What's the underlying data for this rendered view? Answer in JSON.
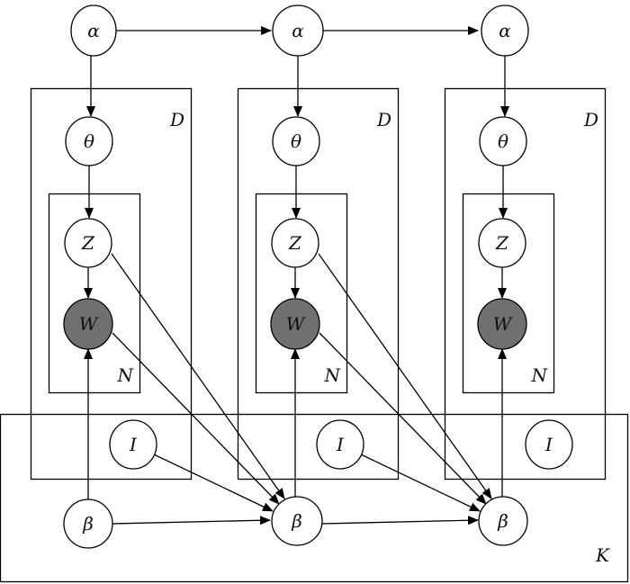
{
  "diagram": {
    "type": "plate-notation-graphical-model",
    "colors": {
      "stroke": "#000000",
      "fill": "#ffffff",
      "observed_fill": "#707070",
      "text": "#111111"
    },
    "plate_labels": {
      "outer": "K",
      "document": "D",
      "word": "N"
    },
    "columns": [
      {
        "alpha": "α",
        "theta": "θ",
        "z": "Z",
        "w": "W",
        "i": "I",
        "beta": "β"
      },
      {
        "alpha": "α",
        "theta": "θ",
        "z": "Z",
        "w": "W",
        "i": "I",
        "beta": "β"
      },
      {
        "alpha": "α",
        "theta": "θ",
        "z": "Z",
        "w": "W",
        "i": "I",
        "beta": "β"
      }
    ],
    "observed_nodes": [
      "w"
    ],
    "edges": [
      [
        "alpha",
        "theta"
      ],
      [
        "theta",
        "z"
      ],
      [
        "z",
        "w"
      ],
      [
        "beta",
        "w"
      ],
      [
        "alpha",
        "next.alpha"
      ],
      [
        "beta",
        "next.beta"
      ],
      [
        "z",
        "next.beta"
      ],
      [
        "w",
        "next.beta"
      ],
      [
        "i",
        "next.beta"
      ]
    ]
  }
}
